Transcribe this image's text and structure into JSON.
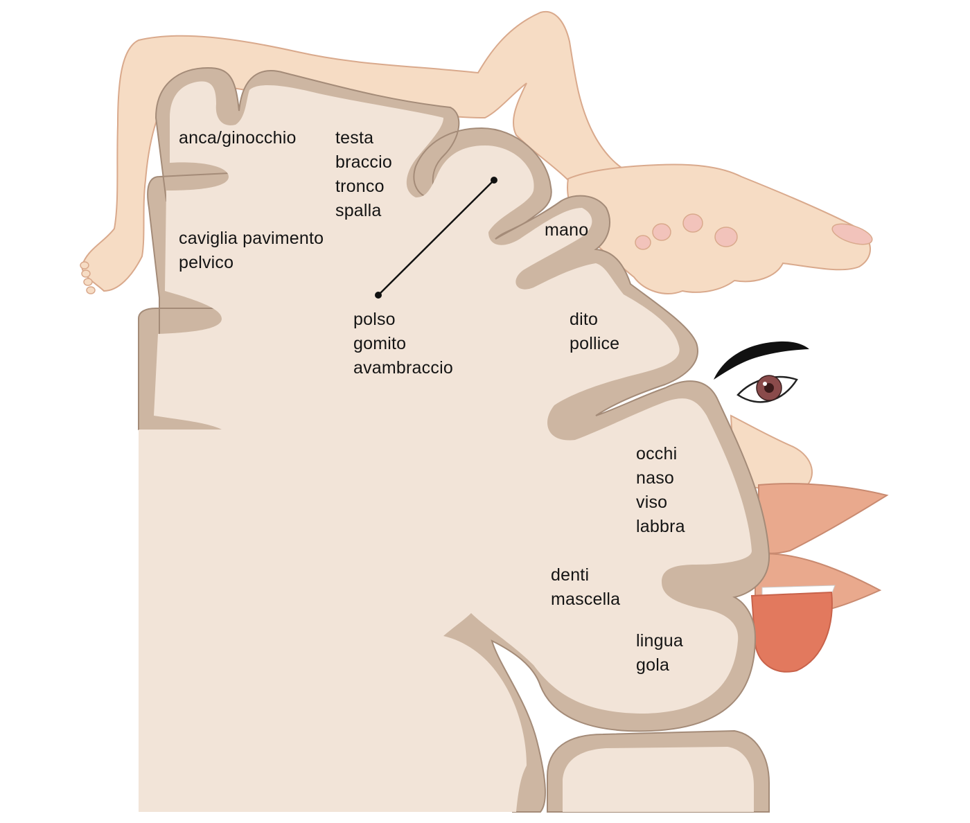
{
  "diagram": {
    "colors": {
      "cortex_fill": "#f2e4d8",
      "cortex_band": "#cdb6a2",
      "cortex_outline": "#a48b78",
      "skin": "#f6dcc4",
      "skin_outline": "#d9a98c",
      "lips": "#e9a98d",
      "tongue": "#e2795e",
      "eyebrow": "#111111",
      "iris": "#8a4b4b",
      "leader_line": "#111111"
    },
    "icons": [
      "leg-icon",
      "hand-icon",
      "eye-icon",
      "eyebrow-icon",
      "nose-icon",
      "lips-icon",
      "tongue-icon"
    ],
    "labels": {
      "hip_knee": [
        "anca/ginocchio"
      ],
      "head_trunk": [
        "testa",
        "braccio",
        "tronco",
        "spalla"
      ],
      "ankle": [
        "caviglia pavimento",
        "pelvico"
      ],
      "hand": [
        "mano"
      ],
      "wrist": [
        "polso",
        "gomito",
        "avambraccio"
      ],
      "finger": [
        "dito",
        "pollice"
      ],
      "face": [
        "occhi",
        "naso",
        "viso",
        "labbra"
      ],
      "jaw": [
        "denti",
        "mascella"
      ],
      "tongue": [
        "lingua",
        "gola"
      ]
    }
  }
}
